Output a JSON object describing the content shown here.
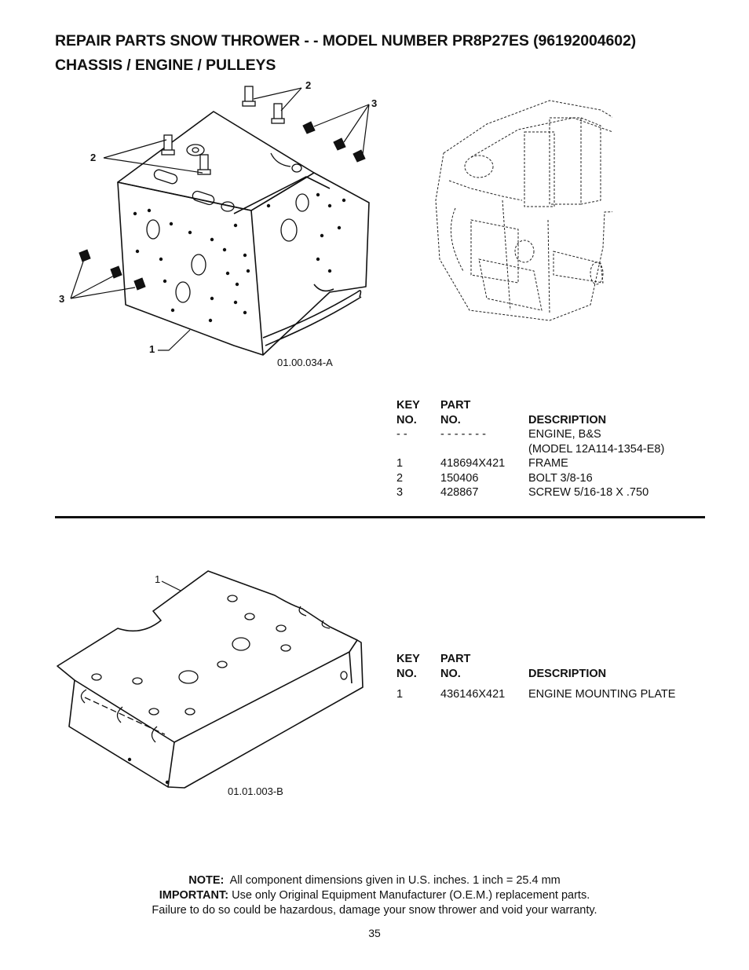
{
  "header": {
    "line1": "REPAIR PARTS  SNOW THROWER - - MODEL NUMBER  PR8P27ES (96192004602)",
    "line2": "CHASSIS / ENGINE / PULLEYS"
  },
  "section1": {
    "figure_ref": "01.00.034-A",
    "callouts": [
      "2",
      "3",
      "2",
      "3",
      "1"
    ],
    "table": {
      "headers": {
        "key_line1": "KEY",
        "key_line2": "NO.",
        "part_line1": "PART",
        "part_line2": "NO.",
        "description": "DESCRIPTION"
      },
      "rows": [
        {
          "key": "- -",
          "part": "- - - - - - -",
          "description": "ENGINE, B&S"
        },
        {
          "key": "",
          "part": "",
          "description": "(MODEL 12A114-1354-E8)"
        },
        {
          "key": "1",
          "part": "418694X421",
          "description": "FRAME"
        },
        {
          "key": "2",
          "part": "150406",
          "description": "BOLT 3/8-16"
        },
        {
          "key": "3",
          "part": "428867",
          "description": "SCREW 5/16-18 X .750"
        }
      ]
    }
  },
  "section2": {
    "figure_ref": "01.01.003-B",
    "callouts": [
      "1"
    ],
    "table": {
      "headers": {
        "key_line1": "KEY",
        "key_line2": "NO.",
        "part_line1": "PART",
        "part_line2": "NO.",
        "description": "DESCRIPTION"
      },
      "rows": [
        {
          "key": "1",
          "part": "436146X421",
          "description": "ENGINE MOUNTING PLATE"
        }
      ]
    }
  },
  "footer": {
    "note_label": "NOTE:",
    "note_text": "All component dimensions given in U.S. inches.    1 inch = 25.4 mm",
    "important_label": "IMPORTANT:",
    "important_text": "Use only Original Equipment Manufacturer (O.E.M.) replacement parts.",
    "warning_text": "Failure to do so could be hazardous, damage your snow thrower and void your warranty."
  },
  "page_number": "35"
}
